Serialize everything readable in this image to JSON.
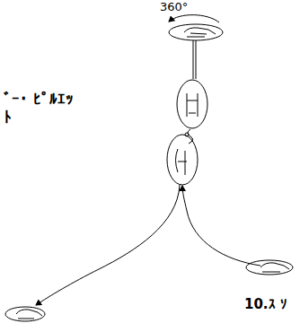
{
  "diagram": {
    "labels": [
      "360°",
      "ﾞｰ･ ﾋﾟﾙｴｯﾄ",
      "10.ｽ ｿ"
    ]
  }
}
